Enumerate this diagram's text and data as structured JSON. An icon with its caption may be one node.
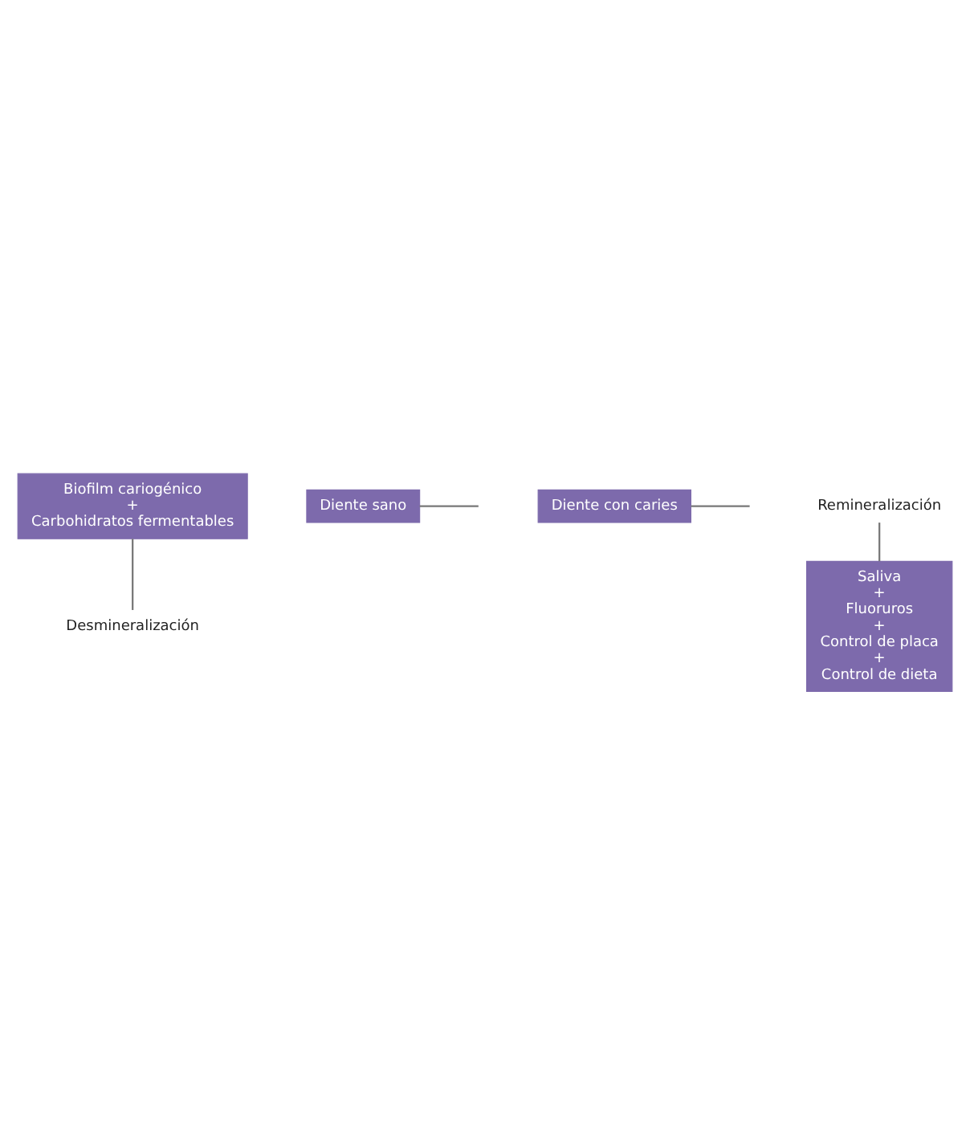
{
  "diagram": {
    "nodes": [
      {
        "text": [
          "Biofilm cariogénico",
          "+",
          "Carbohidratos fermentables"
        ]
      },
      {
        "text": [
          "Desmineralización"
        ]
      },
      {
        "text": [
          "Diente sano"
        ]
      },
      {
        "text": [
          "Diente con caries"
        ]
      },
      {
        "text": [
          "Remineralización"
        ]
      },
      {
        "text": [
          "Saliva",
          "+",
          "Fluoruros",
          "+",
          "Control de placa",
          "+",
          "Control de dieta"
        ]
      }
    ],
    "edges": [
      {
        "from": 0,
        "to": 1,
        "arrow": "none"
      },
      {
        "from": 2,
        "to": null,
        "arrow": "none"
      },
      {
        "from": 3,
        "to": null,
        "arrow": "none"
      },
      {
        "from": 5,
        "to": 4,
        "arrow": "none"
      }
    ]
  }
}
